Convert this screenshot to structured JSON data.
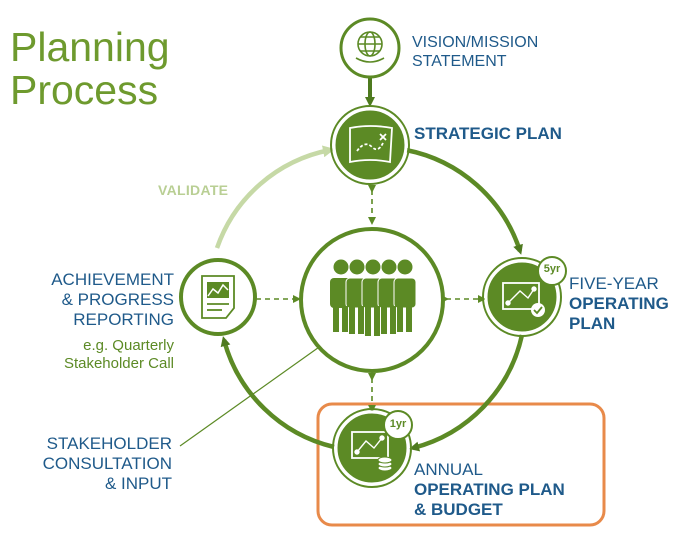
{
  "title": {
    "line1": "Planning",
    "line2": "Process"
  },
  "nodes": {
    "vision": {
      "line1": "VISION/MISSION",
      "line2": "STATEMENT",
      "icon": "globe-icon"
    },
    "strategic": {
      "label": "STRATEGIC PLAN",
      "icon": "treasure-map-icon"
    },
    "five_year": {
      "line1": "FIVE-YEAR",
      "line2": "OPERATING",
      "line3": "PLAN",
      "badge": "5yr",
      "icon": "plan-chart-icon"
    },
    "annual": {
      "line1": "ANNUAL",
      "line2": "OPERATING PLAN",
      "line3": "& BUDGET",
      "badge": "1yr",
      "icon": "budget-chart-icon"
    },
    "reporting": {
      "line1": "ACHIEVEMENT",
      "line2": "& PROGRESS",
      "line3": "REPORTING",
      "note1": "e.g. Quarterly",
      "note2": "Stakeholder Call",
      "icon": "report-document-icon"
    },
    "stakeholders": {
      "line1": "STAKEHOLDER",
      "line2": "CONSULTATION",
      "line3": "& INPUT",
      "icon": "people-group-icon"
    }
  },
  "validate_label": "VALIDATE",
  "colors": {
    "primary_green": "#5c8a25",
    "dark_green": "#4e7a1f",
    "light_green": "#c6d9a6",
    "blue": "#1f5a8a",
    "highlight_orange": "#e88a4a"
  }
}
